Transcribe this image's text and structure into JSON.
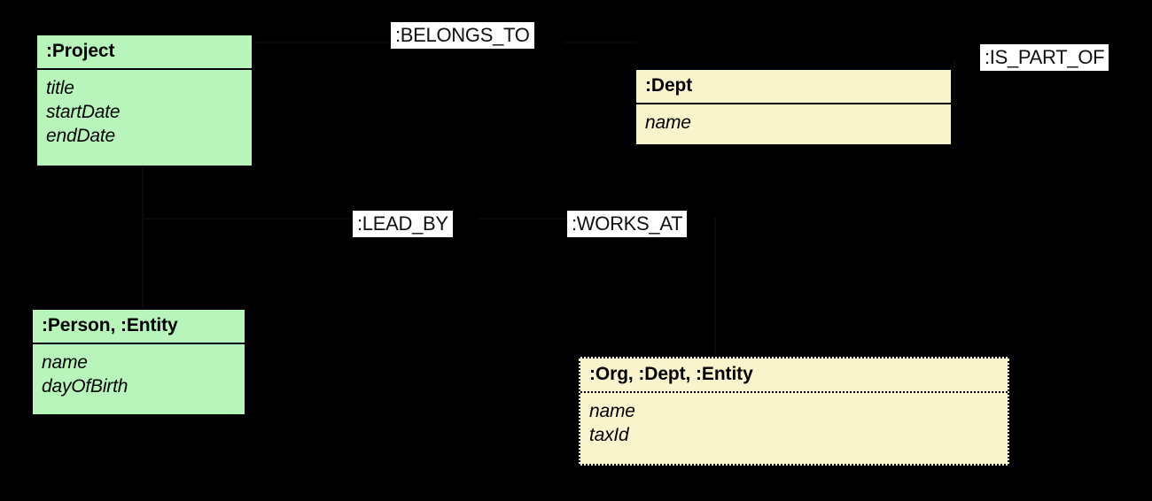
{
  "diagram": {
    "type": "graph-data-model",
    "background_color": "#000000",
    "node_fill_green": "#b8f5bb",
    "node_fill_yellow": "#faf4cd",
    "label_background": "#ffffff",
    "stroke_color": "#000000"
  },
  "entities": [
    {
      "id": "project",
      "header": ":Project",
      "properties": [
        "title",
        "startDate",
        "endDate"
      ],
      "fill": "green",
      "border": "solid"
    },
    {
      "id": "dept",
      "header": ":Dept",
      "properties": [
        "name"
      ],
      "fill": "yellow",
      "border": "solid"
    },
    {
      "id": "person",
      "header": ":Person, :Entity",
      "properties": [
        "name",
        "dayOfBirth"
      ],
      "fill": "green",
      "border": "solid"
    },
    {
      "id": "org",
      "header": ":Org, :Dept, :Entity",
      "properties": [
        "name",
        "taxId"
      ],
      "fill": "yellow",
      "border": "dotted"
    }
  ],
  "relationships": [
    {
      "id": "belongs-to",
      "label": ":BELONGS_TO"
    },
    {
      "id": "is-part-of",
      "label": ":IS_PART_OF"
    },
    {
      "id": "lead-by",
      "label": ":LEAD_BY"
    },
    {
      "id": "works-at",
      "label": ":WORKS_AT"
    }
  ]
}
